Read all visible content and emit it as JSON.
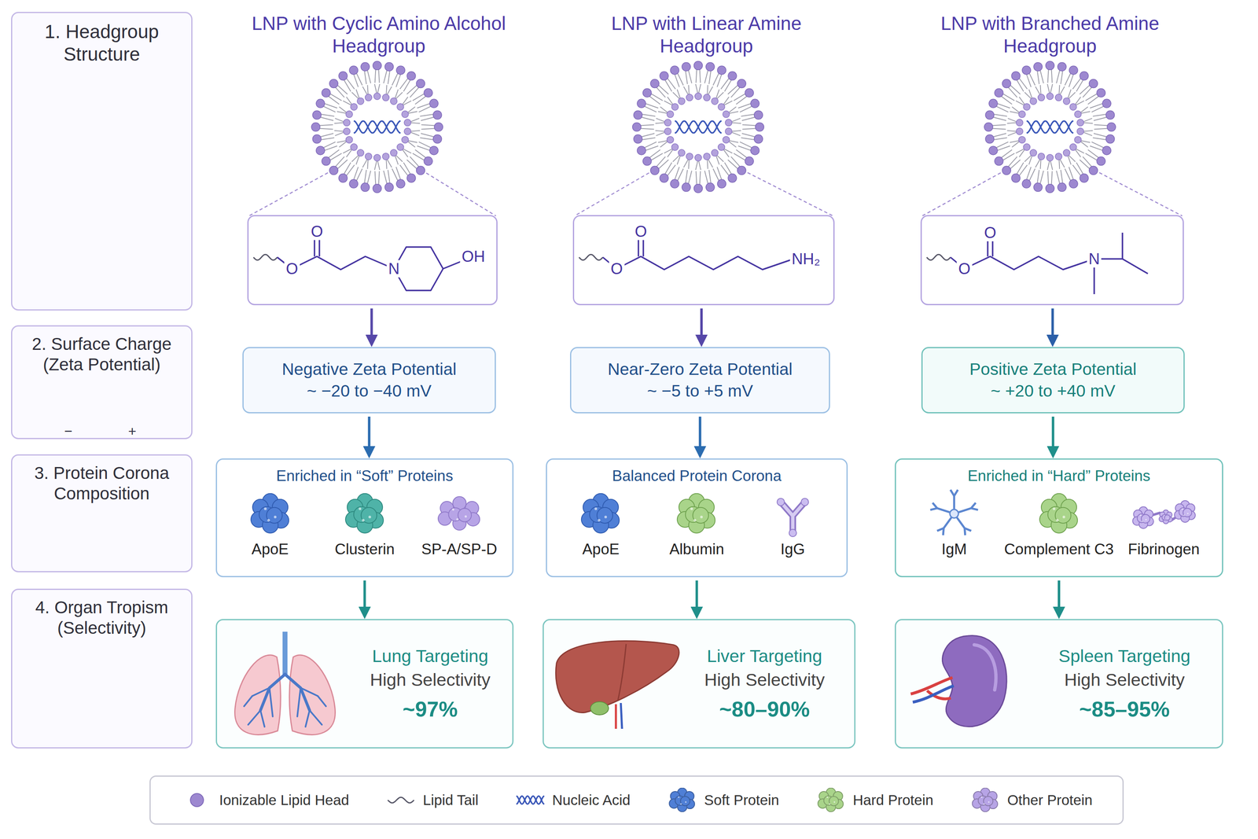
{
  "diagram": {
    "nodes": [
      {
        "text": [
          "1. Headgroup Structure"
        ]
      },
      {
        "text": [
          "O",
          "O",
          "N",
          "OH"
        ]
      },
      {
        "text": [
          "O",
          "O",
          "NH₂"
        ]
      },
      {
        "text": [
          "O",
          "O",
          "N"
        ]
      },
      {
        "text": [
          "2. Surface Charge (Zeta Potential)"
        ]
      },
      {
        "text": [
          "Negative Zeta Potential",
          "~ −20 to −40 mV"
        ]
      },
      {
        "text": [
          "Near-Zero Zeta Potential",
          "~ −5 to +5 mV"
        ]
      },
      {
        "text": [
          "Positive Zeta Potential",
          "~ +20 to +40 mV"
        ]
      },
      {
        "text": [
          "3. Protein Corona Composition"
        ]
      },
      {
        "text": [
          "Enriched in “Soft” Proteins",
          "ApoE",
          "Clusterin",
          "SP-A/SP-D"
        ]
      },
      {
        "text": [
          "Balanced Protein Corona",
          "ApoE",
          "Albumin",
          "IgG"
        ]
      },
      {
        "text": [
          "Enriched in “Hard” Proteins",
          "IgM",
          "Complement C3",
          "Fibrinogen"
        ]
      },
      {
        "text": [
          "4. Organ Tropism (Selectivity)"
        ]
      },
      {
        "text": [
          "Lung Targeting",
          "High Selectivity",
          "~97%"
        ]
      },
      {
        "text": [
          "Liver Targeting",
          "High Selectivity",
          "~80–90%"
        ]
      },
      {
        "text": [
          "Spleen Targeting",
          "High Selectivity",
          "~85–95%"
        ]
      }
    ],
    "edges": [
      {
        "from": 1,
        "to": 5,
        "arrow": "to"
      },
      {
        "from": 2,
        "to": 6,
        "arrow": "to"
      },
      {
        "from": 3,
        "to": 7,
        "arrow": "to"
      },
      {
        "from": 5,
        "to": 9,
        "arrow": "to"
      },
      {
        "from": 6,
        "to": 10,
        "arrow": "to"
      },
      {
        "from": 7,
        "to": 11,
        "arrow": "to"
      },
      {
        "from": 9,
        "to": 13,
        "arrow": "to"
      },
      {
        "from": 10,
        "to": 14,
        "arrow": "to"
      },
      {
        "from": 11,
        "to": 15,
        "arrow": "to"
      }
    ],
    "labels": [
      "LNP with Cyclic Amino Alcohol Headgroup",
      "LNP with Linear Amine Headgroup",
      "LNP with Branched Amine Headgroup",
      "−",
      "+"
    ],
    "legend": [
      {
        "text": "Ionizable Lipid Head",
        "color": "#9d88d0"
      },
      {
        "text": "Lipid Tail"
      },
      {
        "text": "Nucleic Acid"
      },
      {
        "text": "Soft Protein",
        "color": "#4f7fd6"
      },
      {
        "text": "Hard Protein",
        "color": "#a9d48a"
      },
      {
        "text": "Other Protein",
        "color": "#b7a4e6"
      }
    ]
  }
}
